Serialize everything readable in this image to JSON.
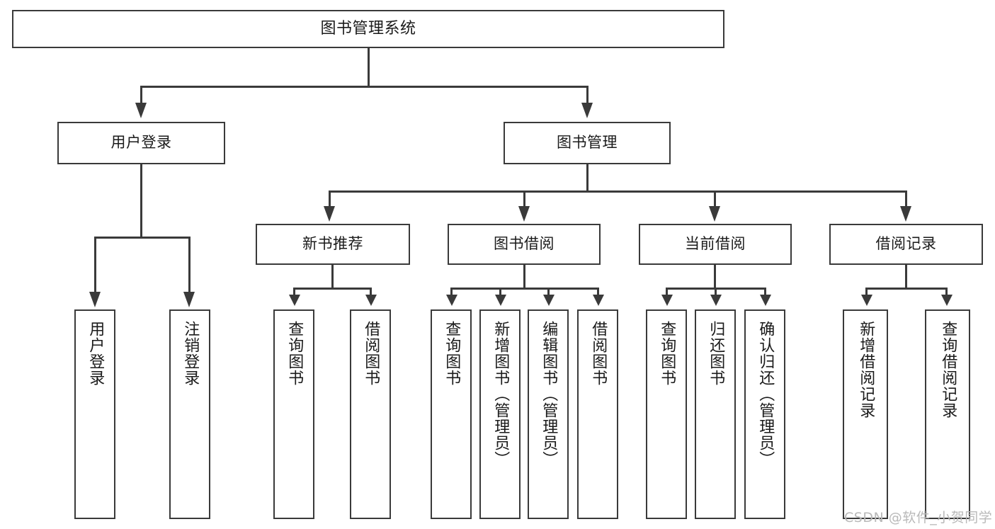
{
  "diagram": {
    "title": "图书管理系统",
    "type": "tree-hierarchy",
    "watermark": "CSDN @软件_小贺同学",
    "colors": {
      "background": "#ffffff",
      "border": "#3a3a3a",
      "text": "#1a1a1a",
      "watermark": "#b9b9b9"
    },
    "levels": {
      "root": {
        "label": "图书管理系统"
      },
      "level1": [
        {
          "label": "用户登录"
        },
        {
          "label": "图书管理"
        }
      ],
      "level2": [
        {
          "label": "新书推荐"
        },
        {
          "label": "图书借阅"
        },
        {
          "label": "当前借阅"
        },
        {
          "label": "借阅记录"
        }
      ],
      "leaves": {
        "user_login": [
          {
            "label": "用户登录"
          },
          {
            "label": "注销登录"
          }
        ],
        "new_book_recommend": [
          {
            "label": "查询图书"
          },
          {
            "label": "借阅图书"
          }
        ],
        "book_borrow": [
          {
            "label": "查询图书"
          },
          {
            "label": "新增图书（管理员）"
          },
          {
            "label": "编辑图书（管理员）"
          },
          {
            "label": "借阅图书"
          }
        ],
        "current_borrow": [
          {
            "label": "查询图书"
          },
          {
            "label": "归还图书"
          },
          {
            "label": "确认归还（管理员）"
          }
        ],
        "borrow_record": [
          {
            "label": "新增借阅记录"
          },
          {
            "label": "查询借阅记录"
          }
        ]
      }
    }
  }
}
